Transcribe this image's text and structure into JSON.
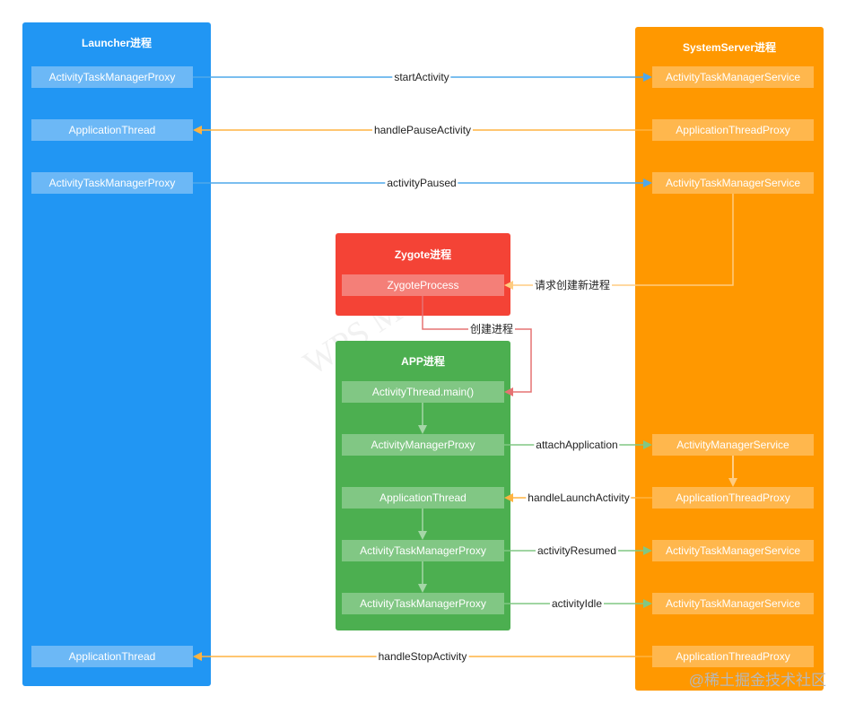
{
  "colors": {
    "launcher": "#2196f3",
    "launcher_box": "#6cb8f6",
    "system": "#ff9800",
    "system_box": "#ffb74d",
    "zygote": "#f44336",
    "zygote_box": "#f47f78",
    "app": "#4caf50",
    "app_box": "#81c784",
    "arrow_blue": "#4fa8ea",
    "arrow_orange": "#ffb340",
    "arrow_red": "#e57373",
    "arrow_green": "#81c784",
    "arrow_light_orange": "#ffcc80"
  },
  "launcher": {
    "title": "Launcher进程",
    "box1": "ActivityTaskManagerProxy",
    "box2": "ApplicationThread",
    "box3": "ActivityTaskManagerProxy",
    "box4": "ApplicationThread"
  },
  "system": {
    "title": "SystemServer进程",
    "box1": "ActivityTaskManagerService",
    "box2": "ApplicationThreadProxy",
    "box3": "ActivityTaskManagerService",
    "box4": "ActivityManagerService",
    "box5": "ApplicationThreadProxy",
    "box6": "ActivityTaskManagerService",
    "box7": "ActivityTaskManagerService",
    "box8": "ApplicationThreadProxy"
  },
  "zygote": {
    "title": "Zygote进程",
    "box1": "ZygoteProcess"
  },
  "app": {
    "title": "APP进程",
    "box1": "ActivityThread.main()",
    "box2": "ActivityManagerProxy",
    "box3": "ApplicationThread",
    "box4": "ActivityTaskManagerProxy",
    "box5": "ActivityTaskManagerProxy"
  },
  "labels": {
    "startActivity": "startActivity",
    "handlePauseActivity": "handlePauseActivity",
    "activityPaused": "activityPaused",
    "requestNewProcess": "请求创建新进程",
    "createProcess": "创建进程",
    "attachApplication": "attachApplication",
    "handleLaunchActivity": "handleLaunchActivity",
    "activityResumed": "activityResumed",
    "activityIdle": "activityIdle",
    "handleStopActivity": "handleStopActivity"
  },
  "watermark": "@稀土掘金技术社区",
  "faint_watermark": "WPS Mac"
}
